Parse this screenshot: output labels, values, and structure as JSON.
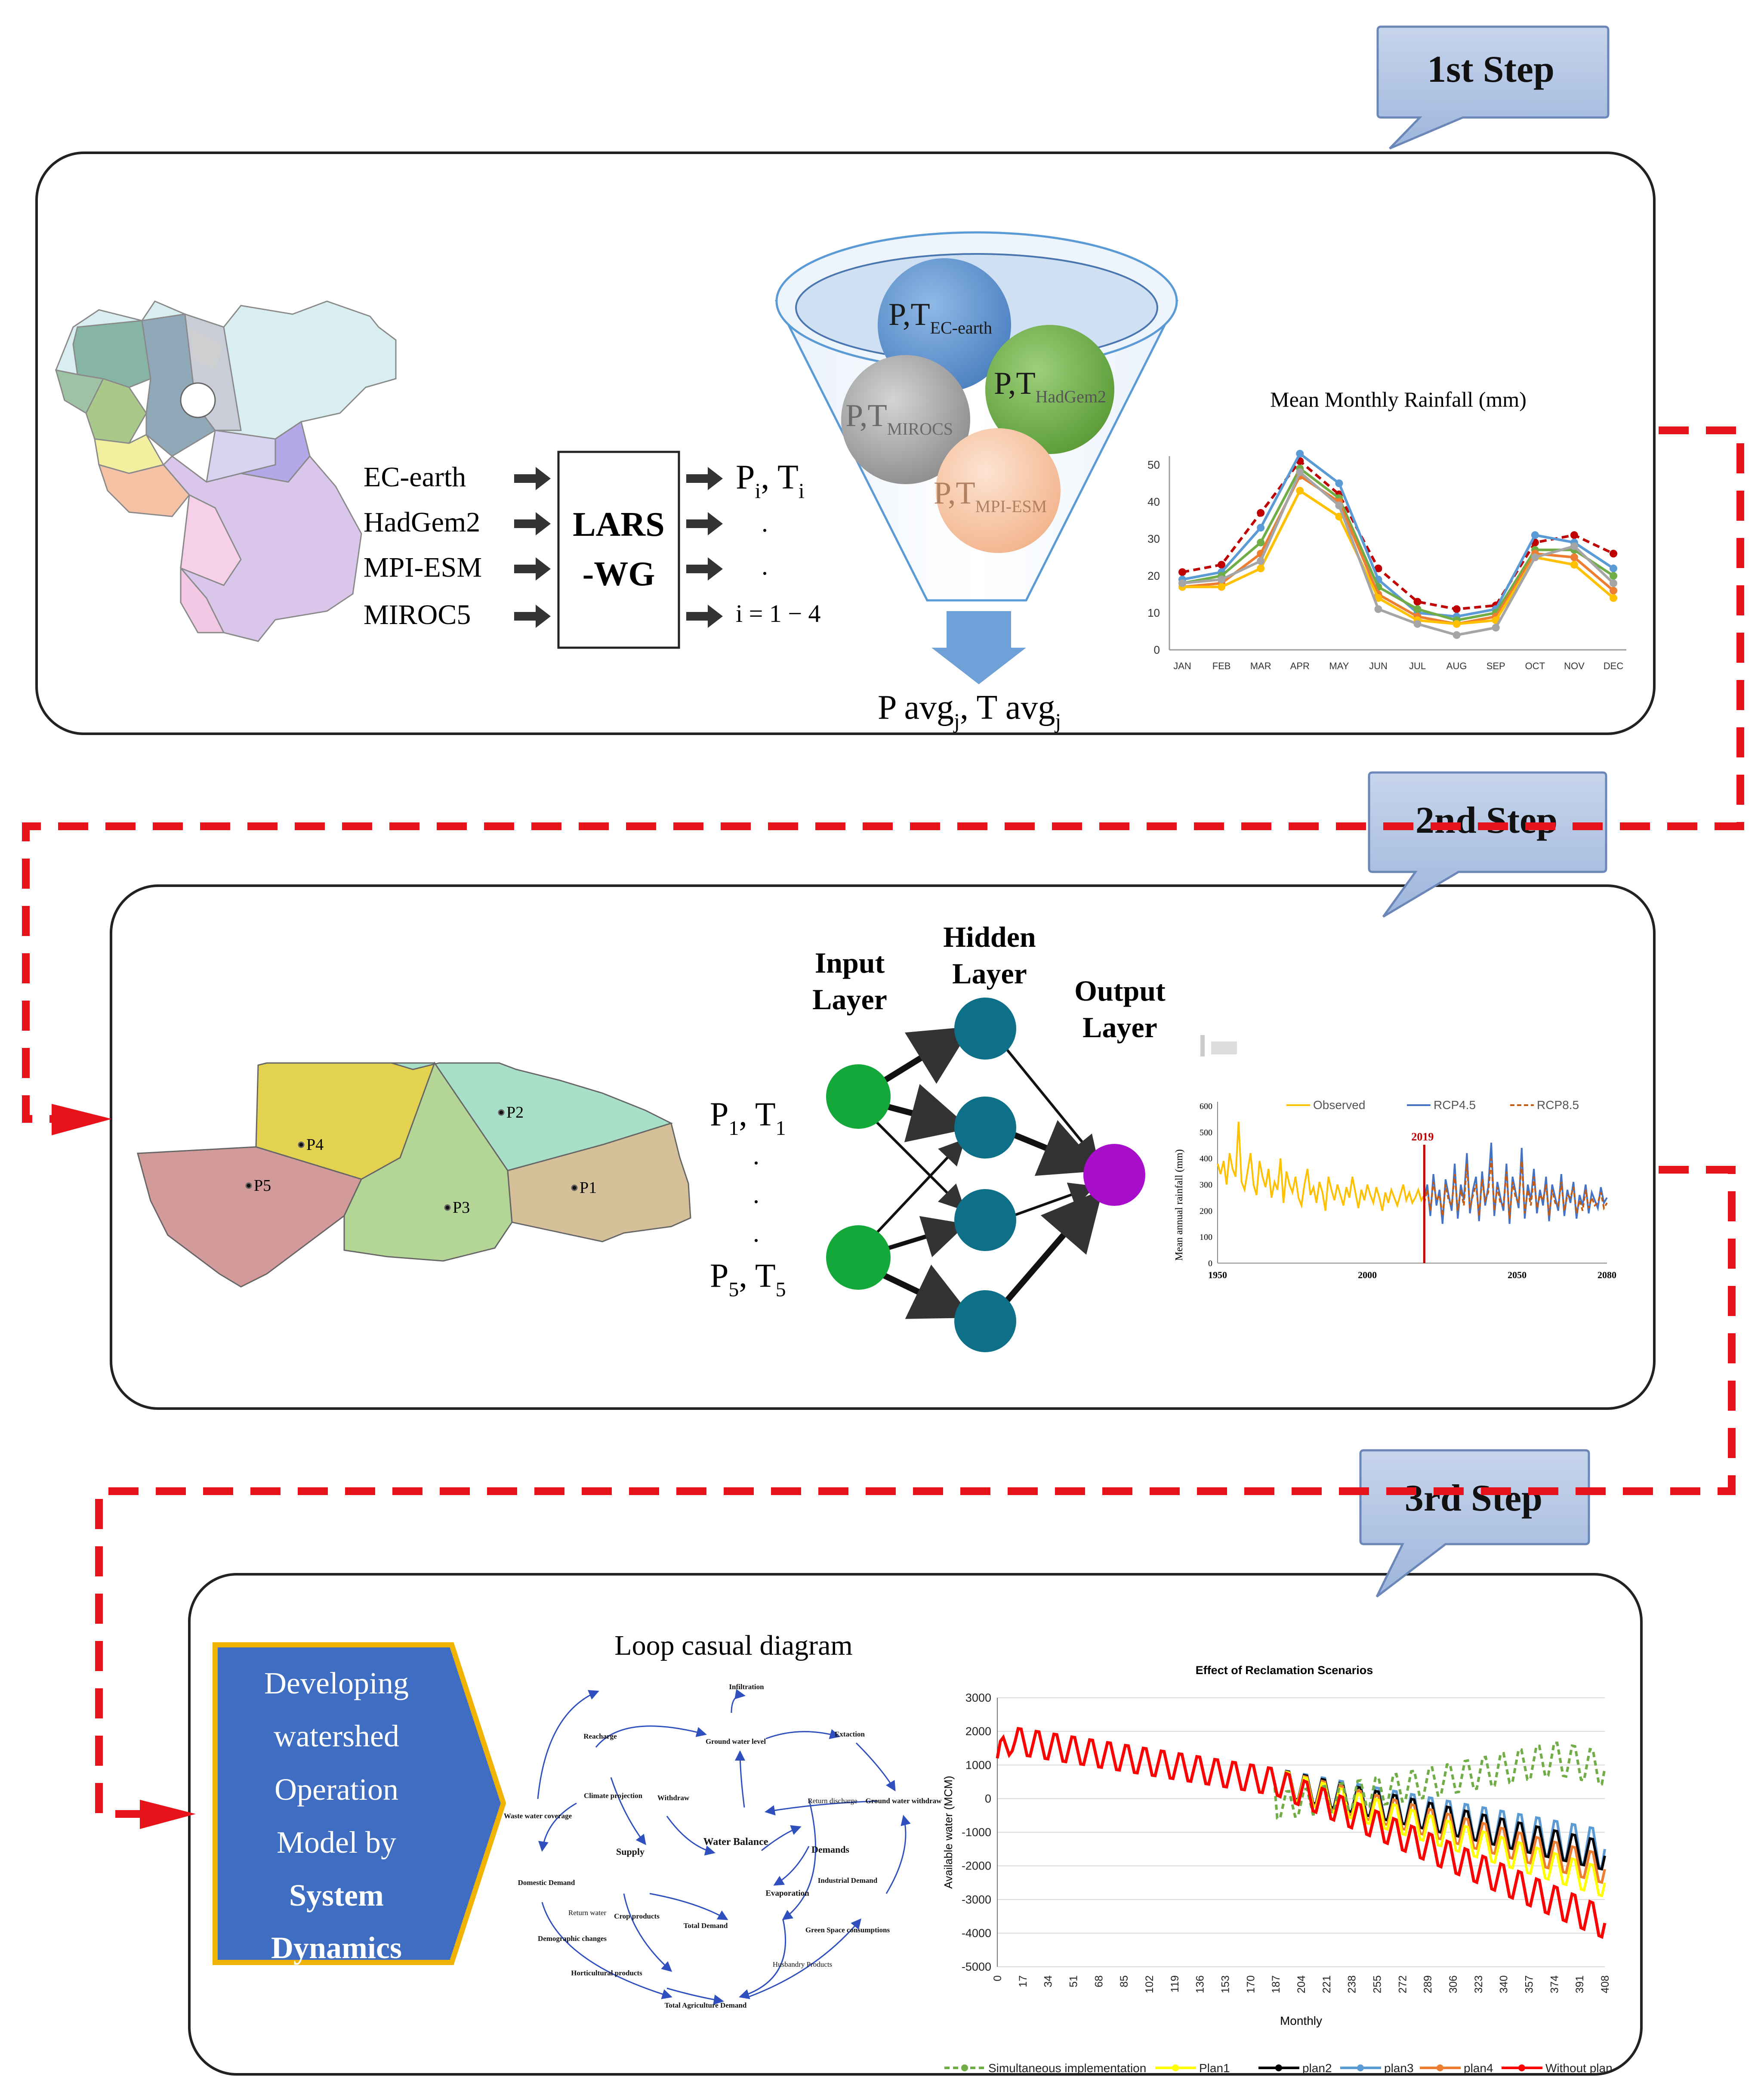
{
  "steps": {
    "step1_label": "1st Step",
    "step2_label": "2nd Step",
    "step3_label": "3rd Step"
  },
  "step1": {
    "models": [
      "EC-earth",
      "HadGem2",
      "MPI-ESM",
      "MIROC5"
    ],
    "lars_line1": "LARS",
    "lars_line2": "-WG",
    "out_p": "P",
    "out_t": ", T",
    "out_sub": "i",
    "out_dot": ".",
    "out_range": "i = 1 − 4",
    "circles": [
      {
        "pt": "P,T",
        "sub": "EC-earth",
        "color": "#5b9bd5"
      },
      {
        "pt": "P,T",
        "sub": "HadGem2",
        "color": "#70ad47"
      },
      {
        "pt": "P,T",
        "sub": "MIROCS",
        "color": "#a5a5a5"
      },
      {
        "pt": "P,T",
        "sub": "MPI-ESM",
        "color": "#f4b183"
      }
    ],
    "pavg": "P avg",
    "tavg": ", T avg",
    "avg_sub": "j",
    "chart_title": "Mean Monthly Rainfall (mm)"
  },
  "step2": {
    "map_labels": [
      "P4",
      "P2",
      "P5",
      "P3",
      "P1"
    ],
    "input_layer": [
      "Input",
      "Layer"
    ],
    "hidden_layer": [
      "Hidden",
      "Layer"
    ],
    "output_layer": [
      "Output",
      "Layer"
    ],
    "in_p1": "P",
    "in_sub1": "1",
    "in_t1": ", T",
    "in_tsub1": "1",
    "in_p5": "P",
    "in_sub5": "5",
    "in_t5": ", T",
    "in_tsub5": "5",
    "dots": ".",
    "chart_ylabel": "Mean annual rainfall (mm)",
    "marker_2019": "2019"
  },
  "step3": {
    "box_lines": [
      "Developing",
      "watershed",
      "Operation",
      "Model by"
    ],
    "box_bold": [
      "System",
      "Dynamics"
    ],
    "loop_title": "Loop casual diagram",
    "loop_nodes": [
      "Infiltration",
      "Reacharge",
      "Ground water level",
      "Extaction",
      "Climate projection",
      "Withdraw",
      "Return discharge",
      "Ground water withdraw",
      "Waste water coverage",
      "Supply",
      "Water Balance",
      "Demands",
      "Evaporation",
      "Industrial Demand",
      "Domestic Demand",
      "Return water",
      "Crop products",
      "Total Demand",
      "Green Space consumptions",
      "Demographic changes",
      "Husbandry Products",
      "Horticultural products",
      "Total Agriculture Demand"
    ]
  },
  "chart_data": [
    {
      "type": "line",
      "title": "Mean Monthly Rainfall (mm)",
      "categories": [
        "JAN",
        "FEB",
        "MAR",
        "APR",
        "MAY",
        "JUN",
        "JUL",
        "AUG",
        "SEP",
        "OCT",
        "NOV",
        "DEC"
      ],
      "ylim": [
        0,
        50
      ],
      "yticks": [
        0,
        10,
        20,
        30,
        40,
        50
      ],
      "series": [
        {
          "color": "#c00000",
          "dash": true,
          "values": [
            21,
            23,
            37,
            51,
            42,
            22,
            13,
            11,
            12,
            29,
            31,
            26
          ]
        },
        {
          "color": "#5b9bd5",
          "dash": false,
          "values": [
            19,
            21,
            33,
            53,
            45,
            19,
            10,
            9,
            11,
            31,
            29,
            22
          ]
        },
        {
          "color": "#70ad47",
          "dash": false,
          "values": [
            18,
            20,
            29,
            49,
            41,
            17,
            11,
            8,
            10,
            27,
            27,
            20
          ]
        },
        {
          "color": "#ed7d31",
          "dash": false,
          "values": [
            17,
            18,
            26,
            47,
            40,
            15,
            9,
            7,
            9,
            26,
            25,
            16
          ]
        },
        {
          "color": "#ffc000",
          "dash": false,
          "values": [
            17,
            17,
            22,
            43,
            36,
            14,
            8,
            7,
            8,
            25,
            23,
            14
          ]
        },
        {
          "color": "#a5a5a5",
          "dash": false,
          "values": [
            18,
            19,
            24,
            48,
            39,
            11,
            7,
            4,
            6,
            25,
            28,
            18
          ]
        }
      ]
    },
    {
      "type": "line",
      "xlim": [
        1950,
        2080
      ],
      "ylim": [
        0,
        600
      ],
      "xticks": [
        1950,
        2000,
        2050,
        2080
      ],
      "yticks": [
        0,
        100,
        200,
        300,
        400,
        500,
        600
      ],
      "ylabel": "Mean annual rainfall (mm)",
      "series": [
        {
          "name": "Observed",
          "color": "#ffc000",
          "x_start": 1950,
          "x_end": 2019,
          "values": [
            380,
            340,
            390,
            300,
            420,
            360,
            330,
            540,
            310,
            280,
            350,
            420,
            300,
            260,
            390,
            330,
            290,
            360,
            250,
            310,
            280,
            400,
            230,
            350,
            300,
            270,
            330,
            250,
            220,
            300,
            360,
            260,
            290,
            230,
            310,
            270,
            200,
            330,
            280,
            240,
            300,
            260,
            220,
            290,
            250,
            330,
            270,
            210,
            280,
            240,
            300,
            260,
            230,
            290,
            250,
            200,
            270,
            230,
            280,
            250,
            220,
            260,
            300,
            240,
            270,
            230,
            250,
            280,
            240,
            260
          ]
        },
        {
          "name": "RCP4.5",
          "color": "#4472c4",
          "x_start": 2019,
          "x_end": 2080,
          "values": [
            250,
            300,
            180,
            340,
            220,
            280,
            150,
            320,
            260,
            200,
            380,
            170,
            300,
            240,
            420,
            190,
            280,
            330,
            160,
            350,
            220,
            290,
            460,
            180,
            310,
            250,
            200,
            380,
            150,
            330,
            270,
            210,
            440,
            170,
            300,
            240,
            360,
            190,
            280,
            220,
            330,
            160,
            300,
            250,
            200,
            340,
            180,
            280,
            230,
            310,
            170,
            260,
            220,
            300,
            190,
            270,
            240,
            210,
            290,
            230,
            250
          ]
        },
        {
          "name": "RCP8.5",
          "color": "#c55a11",
          "x_start": 2019,
          "x_end": 2080,
          "dash": true,
          "values": [
            230,
            280,
            200,
            310,
            240,
            260,
            180,
            300,
            240,
            220,
            340,
            200,
            280,
            220,
            380,
            210,
            260,
            300,
            180,
            320,
            240,
            270,
            400,
            200,
            290,
            230,
            220,
            350,
            170,
            310,
            250,
            230,
            390,
            190,
            280,
            220,
            330,
            210,
            260,
            240,
            300,
            180,
            280,
            230,
            220,
            310,
            200,
            260,
            250,
            290,
            190,
            240,
            200,
            280,
            210,
            250,
            220,
            230,
            270,
            210,
            230
          ]
        }
      ]
    },
    {
      "type": "line",
      "title": "Effect of Reclamation Scenarios",
      "xlabel": "Monthly",
      "ylabel": "Available water (MCM)",
      "ylim": [
        -5000,
        3000
      ],
      "yticks": [
        3000,
        2000,
        1000,
        0,
        -1000,
        -2000,
        -3000,
        -4000,
        -5000
      ],
      "xticks": [
        0,
        17,
        34,
        51,
        68,
        85,
        102,
        119,
        136,
        153,
        170,
        187,
        204,
        221,
        238,
        255,
        272,
        289,
        306,
        323,
        340,
        357,
        374,
        391,
        408
      ],
      "series": [
        {
          "name": "Simultaneous implementation",
          "color": "#70ad47",
          "dash": true,
          "end": 1200,
          "end_amp": 700
        },
        {
          "name": "Plan1",
          "color": "#ffff00",
          "end": -2500,
          "end_amp": 600
        },
        {
          "name": "plan2",
          "color": "#000000",
          "end": -1700,
          "end_amp": 600
        },
        {
          "name": "plan3",
          "color": "#5b9bd5",
          "end": -1500,
          "end_amp": 800
        },
        {
          "name": "plan4",
          "color": "#ed7d31",
          "end": -2100,
          "end_amp": 600
        },
        {
          "name": "Without plan",
          "color": "#ff0000",
          "end": -3700,
          "end_amp": 650
        }
      ]
    }
  ]
}
